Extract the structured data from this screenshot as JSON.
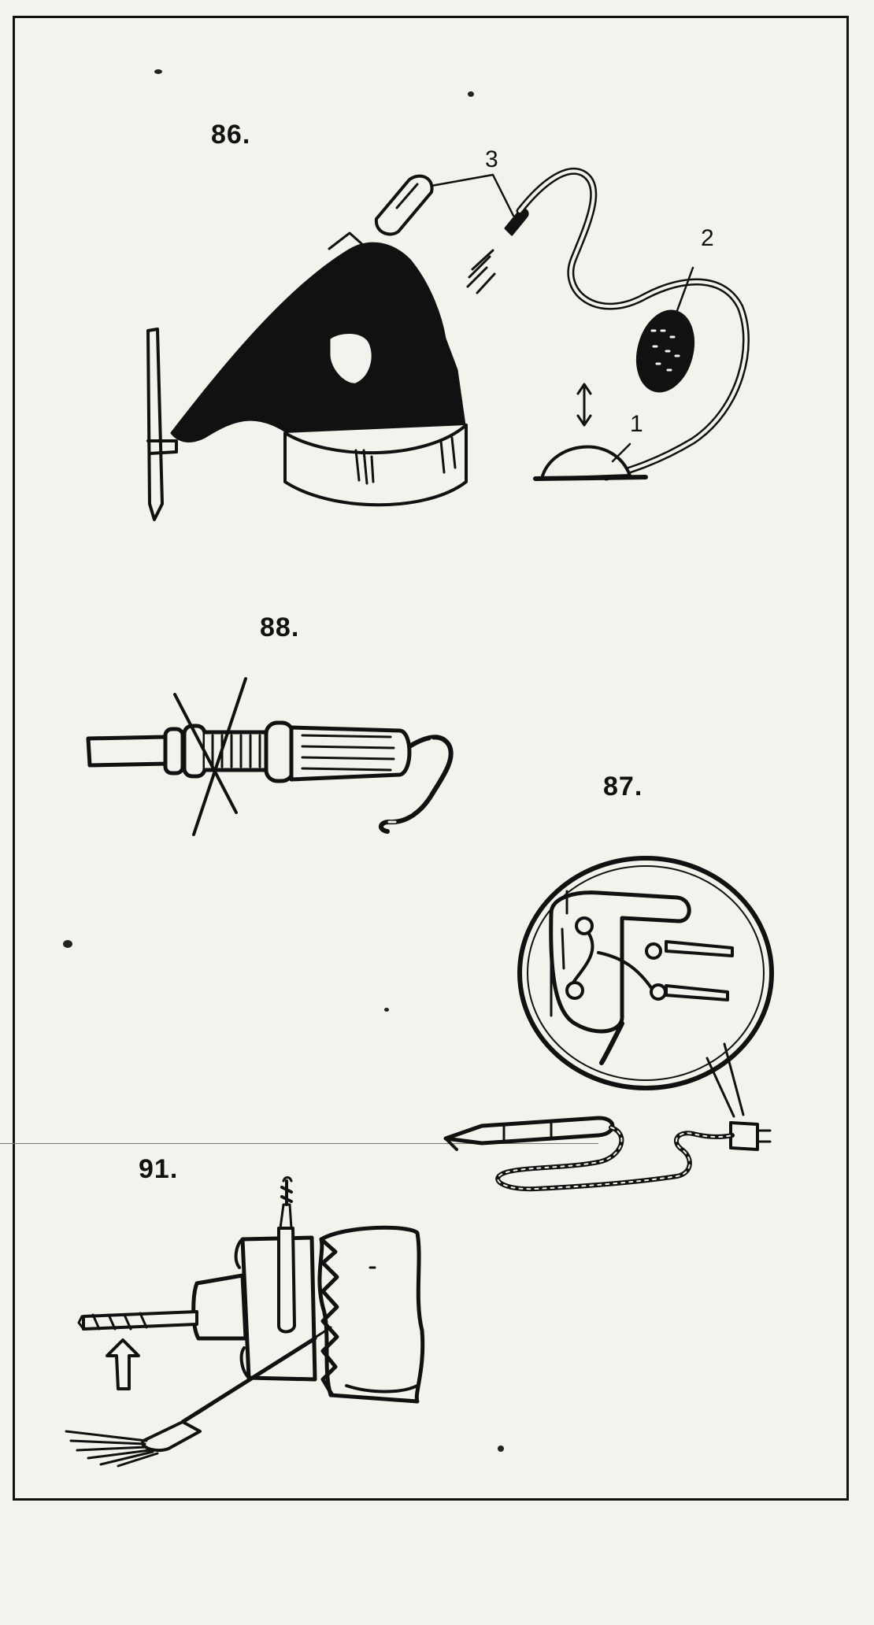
{
  "figures": {
    "fig86": {
      "label": "86.",
      "callouts": [
        "3",
        "2",
        "1"
      ]
    },
    "fig88": {
      "label": "88."
    },
    "fig87": {
      "label": "87."
    },
    "fig91": {
      "label": "91."
    }
  }
}
